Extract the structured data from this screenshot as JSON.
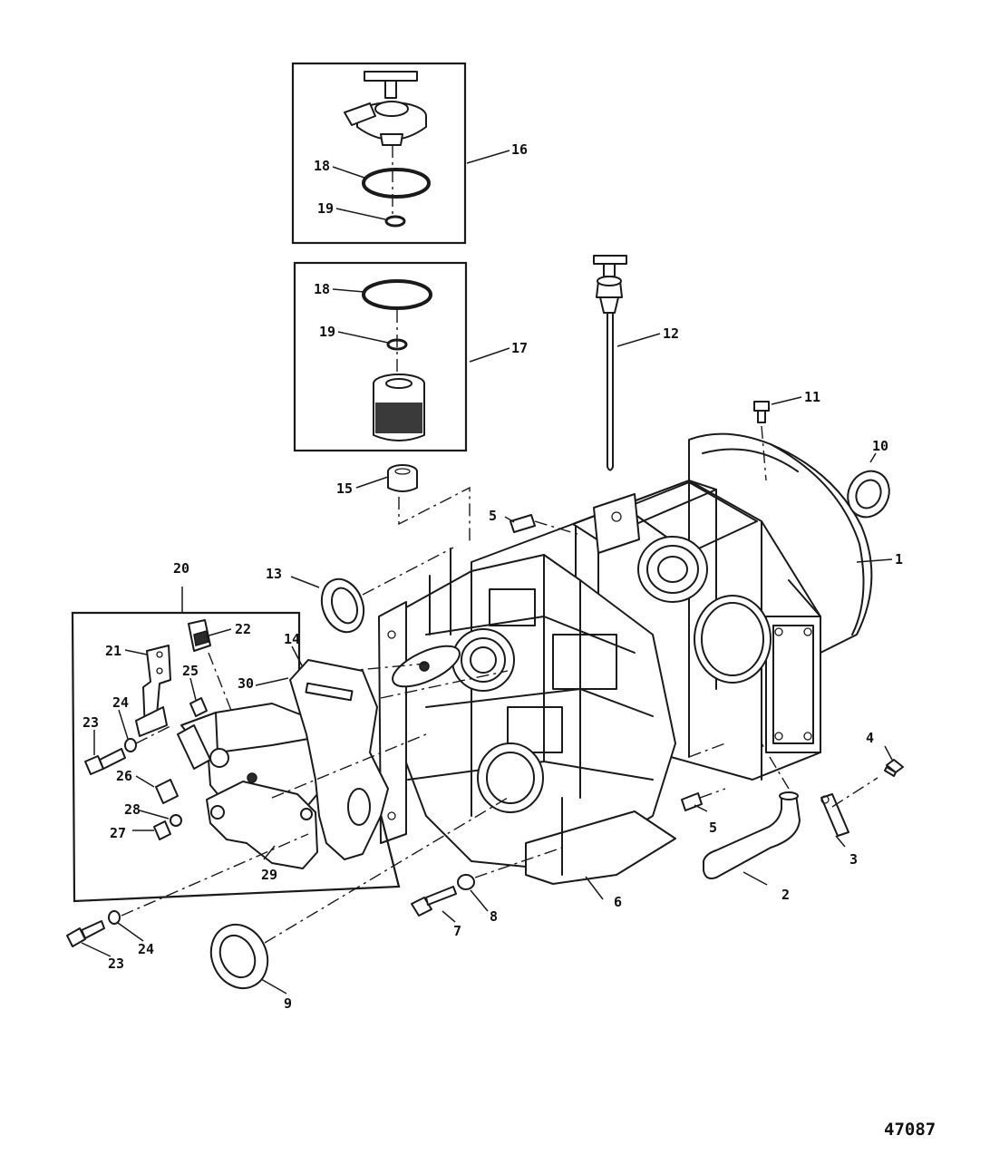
{
  "figure_number": "47087",
  "callouts": {
    "c1": "1",
    "c2": "2",
    "c3": "3",
    "c4": "4",
    "c5a": "5",
    "c5b": "5",
    "c6": "6",
    "c7": "7",
    "c8": "8",
    "c9": "9",
    "c10": "10",
    "c11": "11",
    "c12": "12",
    "c13": "13",
    "c14": "14",
    "c15": "15",
    "c16": "16",
    "c17": "17",
    "c18a": "18",
    "c18b": "18",
    "c19a": "19",
    "c19b": "19",
    "c20": "20",
    "c21": "21",
    "c22": "22",
    "c23a": "23",
    "c23b": "23",
    "c24a": "24",
    "c24b": "24",
    "c25": "25",
    "c26": "26",
    "c27": "27",
    "c28": "28",
    "c29": "29",
    "c30": "30"
  }
}
